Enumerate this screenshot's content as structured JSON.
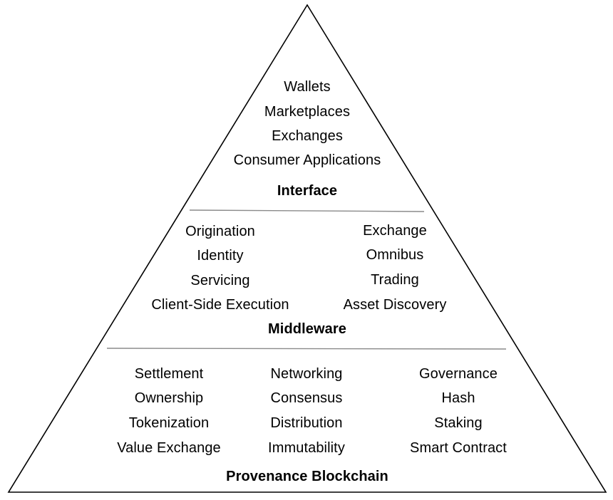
{
  "interface": {
    "items": [
      "Wallets",
      "Marketplaces",
      "Exchanges",
      "Consumer Applications"
    ],
    "heading": "Interface"
  },
  "middleware": {
    "left": [
      "Origination",
      "Identity",
      "Servicing",
      "Client-Side Execution"
    ],
    "right": [
      "Exchange",
      "Omnibus",
      "Trading",
      "Asset Discovery"
    ],
    "heading": "Middleware"
  },
  "blockchain": {
    "col1": [
      "Settlement",
      "Ownership",
      "Tokenization",
      "Value Exchange"
    ],
    "col2": [
      "Networking",
      "Consensus",
      "Distribution",
      "Immutability"
    ],
    "col3": [
      "Governance",
      "Hash",
      "Staking",
      "Smart Contract"
    ],
    "heading": "Provenance Blockchain"
  },
  "colors": {
    "outline": "#000000",
    "divider": "#8a8a8a",
    "text": "#000000"
  }
}
